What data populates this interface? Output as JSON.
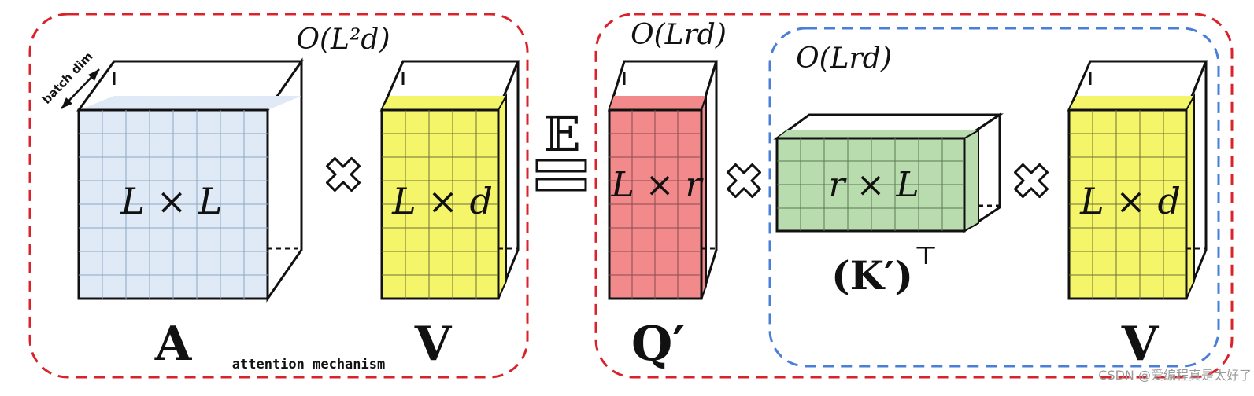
{
  "labels": {
    "cost_attention": "O(L²d)",
    "cost_q": "O(Lrd)",
    "cost_kv": "O(Lrd)",
    "batch_dim": "batch dim",
    "A_dim": "L × L",
    "V_dim": "L × d",
    "Q_dim": "L × r",
    "K_dim": "r × L",
    "V2_dim": "L × d",
    "A": "A",
    "V": "V",
    "Q": "Q′",
    "K": "(K′)",
    "K_transpose": "⊤",
    "V2": "V",
    "expectation": "𝔼",
    "attention_caption": "attention mechanism",
    "watermark": "CSDN @爱编程真是太好了"
  },
  "colors": {
    "red_border": "#d9232b",
    "blue_border": "#4a7fd8",
    "blue_fill": "#dfeaf6",
    "yellow_fill": "#f5f56a",
    "red_fill": "#f28a8c",
    "green_fill": "#b8dcae"
  }
}
